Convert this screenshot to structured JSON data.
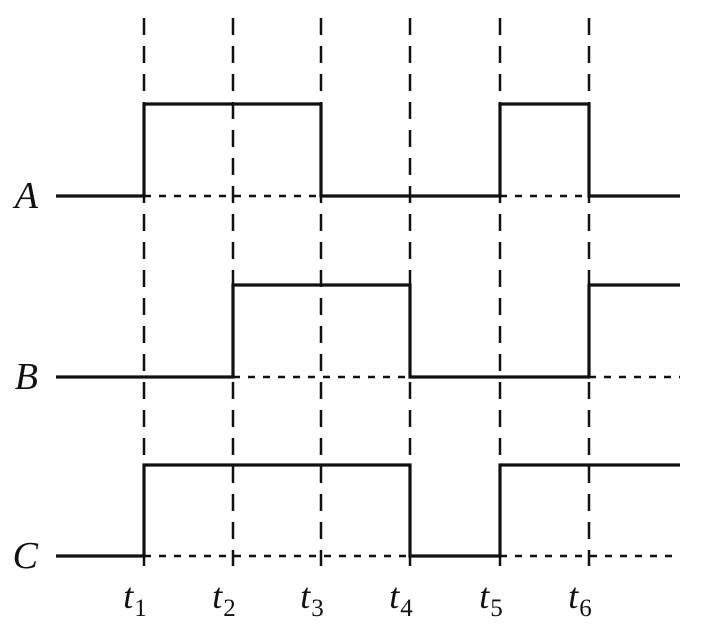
{
  "diagram": {
    "type": "timing-diagram",
    "colors": {
      "ink": "#111111",
      "background": "#ffffff"
    },
    "time_markers": [
      {
        "symbol": "t",
        "subscript": "1"
      },
      {
        "symbol": "t",
        "subscript": "2"
      },
      {
        "symbol": "t",
        "subscript": "3"
      },
      {
        "symbol": "t",
        "subscript": "4"
      },
      {
        "symbol": "t",
        "subscript": "5"
      },
      {
        "symbol": "t",
        "subscript": "6"
      }
    ],
    "signals": [
      {
        "name": "A",
        "initial": 0,
        "transitions": [
          {
            "at": 1,
            "to": 1
          },
          {
            "at": 3,
            "to": 0
          },
          {
            "at": 5,
            "to": 1
          },
          {
            "at": 6,
            "to": 0
          }
        ]
      },
      {
        "name": "B",
        "initial": 0,
        "transitions": [
          {
            "at": 2,
            "to": 1
          },
          {
            "at": 4,
            "to": 0
          },
          {
            "at": 6,
            "to": 1
          }
        ]
      },
      {
        "name": "C",
        "initial": 0,
        "transitions": [
          {
            "at": 1,
            "to": 1
          },
          {
            "at": 4,
            "to": 0
          },
          {
            "at": 5,
            "to": 1
          }
        ]
      }
    ]
  }
}
